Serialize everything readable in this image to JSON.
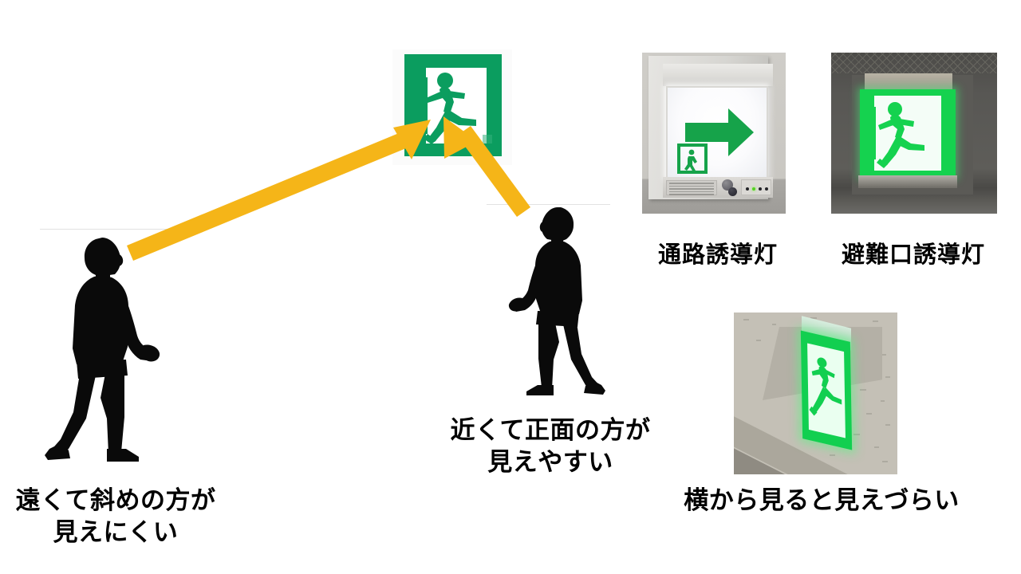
{
  "slide": {
    "background_color": "#ffffff",
    "accent_arrow_color": "#F5B518",
    "sign_green": "#0B9D5F",
    "sign_white": "#ffffff"
  },
  "main_sign": {
    "name": "exit-sign-pictogram",
    "type": "running-man-exit-sign",
    "background_color": "#0B9D5F",
    "figure_color": "#0B9D5F",
    "door_color": "#ffffff"
  },
  "people": [
    {
      "id": "person-far",
      "label": "walking-person-silhouette-facing-right",
      "facing": "right"
    },
    {
      "id": "person-near",
      "label": "walking-person-silhouette-facing-left",
      "facing": "left"
    }
  ],
  "arrows": [
    {
      "id": "sightline-far",
      "from": "person-far-head",
      "to": "exit-sign",
      "color": "#F5B518"
    },
    {
      "id": "sightline-near",
      "from": "person-near-head",
      "to": "exit-sign",
      "color": "#F5B518"
    }
  ],
  "captions": {
    "left": "遠くて斜めの方が\n見えにくい",
    "center": "近くて正面の方が\n見えやすい",
    "bottom_right": "横から見ると見えづらい"
  },
  "photos": [
    {
      "id": "corridor-guidance-light",
      "caption": "通路誘導灯",
      "description": "white-panel-with-green-right-arrow-and-small-exit-pictogram",
      "arrow_direction": "right",
      "panel_color": "#ffffff",
      "symbol_color": "#16A34A"
    },
    {
      "id": "exit-door-guidance-light",
      "caption": "避難口誘導灯",
      "description": "green-panel-with-white-door-and-green-running-man",
      "panel_color": "#15d24f",
      "symbol_color": "#ffffff"
    },
    {
      "id": "ceiling-mounted-sign-angled-view",
      "caption": "横から見ると見えづらい",
      "description": "ceiling-suspended-exit-sign-viewed-from-the-side",
      "panel_color": "#12cf50"
    }
  ]
}
